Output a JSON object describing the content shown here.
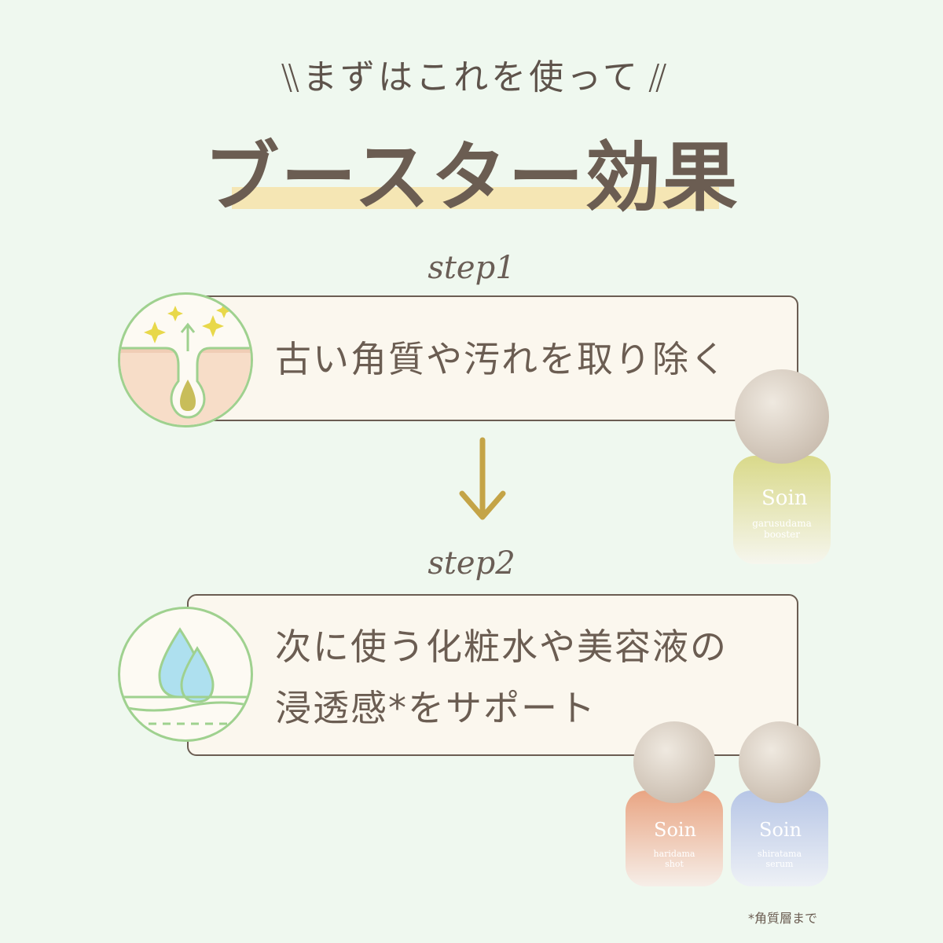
{
  "header": {
    "slash_left": "\\\\",
    "intro": "まずはこれを使って",
    "slash_right": "//",
    "title": "ブースター効果"
  },
  "steps": [
    {
      "label": "step1",
      "text_lines": [
        "古い角質や汚れを取り除く"
      ],
      "icon": "pore-sparkle-icon"
    },
    {
      "label": "step2",
      "text_lines": [
        "次に使う化粧水や美容液の",
        "浸透感*をサポート"
      ],
      "icon": "water-drops-icon"
    }
  ],
  "products": [
    {
      "brand": "Soin",
      "name_line1": "garusudama",
      "name_line2": "booster",
      "color": "#d9d98a"
    },
    {
      "brand": "Soin",
      "name_line1": "haridama",
      "name_line2": "shot",
      "color": "#e9a583"
    },
    {
      "brand": "Soin",
      "name_line1": "shiratama",
      "name_line2": "serum",
      "color": "#b7c6e6"
    }
  ],
  "footnote": "*角質層まで",
  "colors": {
    "background": "#eff8ef",
    "text": "#6b5d52",
    "highlight": "#f5e6b4",
    "icon_ring": "#9fd18f",
    "arrow": "#c4a447"
  }
}
